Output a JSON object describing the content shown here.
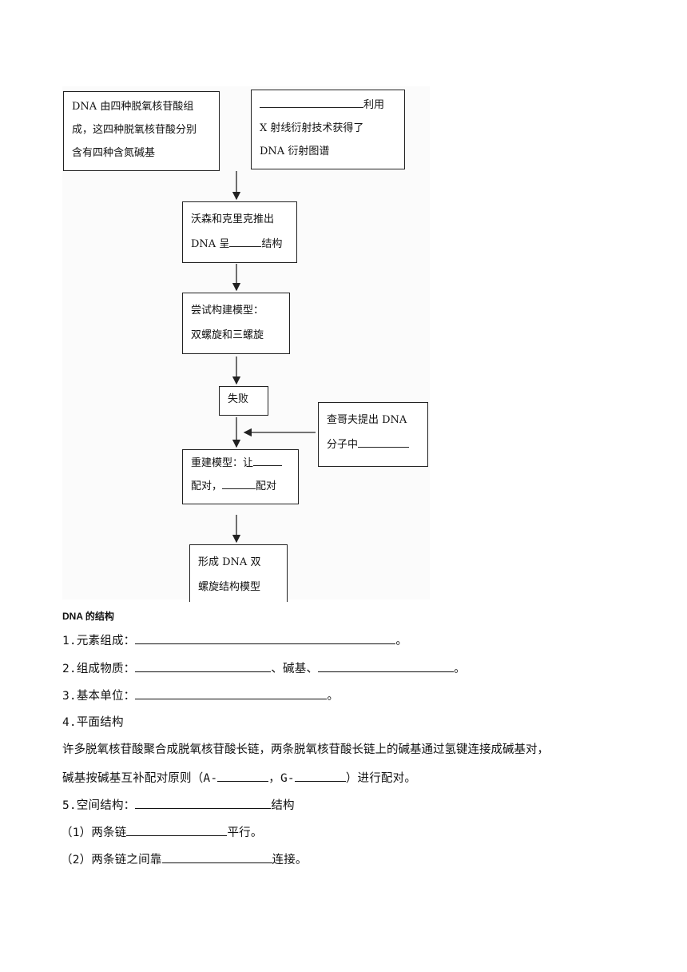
{
  "flow": {
    "box1": {
      "line1": "DNA 由四种脱氧核苷酸组",
      "line2": "成，这四种脱氧核苷酸分别",
      "line3": "含有四种含氮碱基"
    },
    "box2": {
      "line1_tail": "利用",
      "line2": "X 射线衍射技术获得了",
      "line3": "DNA 衍射图谱"
    },
    "box3": {
      "line1": "沃森和克里克推出",
      "line2_a": "DNA 呈",
      "line2_b": "结构"
    },
    "box4": {
      "line1": "尝试构建模型：",
      "line2": "双螺旋和三螺旋"
    },
    "box5": {
      "text": "失败"
    },
    "box6": {
      "line1": "查哥夫提出 DNA",
      "line2": "分子中"
    },
    "box7": {
      "line1": "重建模型：让",
      "line2_a": "配对，",
      "line2_b": "配对"
    },
    "box8": {
      "line1": "形成 DNA 双",
      "line2": "螺旋结构模型"
    }
  },
  "section": {
    "title": "DNA 的结构",
    "q1": {
      "label": "1.元素组成：",
      "end": "。"
    },
    "q2": {
      "label": "2.组成物质：",
      "mid": "、碱基、",
      "end": "。"
    },
    "q3": {
      "label": "3.基本单位：",
      "end": "。"
    },
    "q4": {
      "label": "4.平面结构"
    },
    "p1": "许多脱氧核苷酸聚合成脱氧核苷酸长链，两条脱氧核苷酸长链上的碱基通过氢键连接成碱基对，",
    "p2": {
      "a": "碱基按碱基互补配对原则（A-",
      "b": "，G-",
      "c": "）进行配对。"
    },
    "q5": {
      "label": "5.空间结构：",
      "end": "结构"
    },
    "s1": {
      "a": "（1）两条链",
      "b": "平行。"
    },
    "s2": {
      "a": "（2）两条链之间靠",
      "b": "连接。"
    }
  }
}
